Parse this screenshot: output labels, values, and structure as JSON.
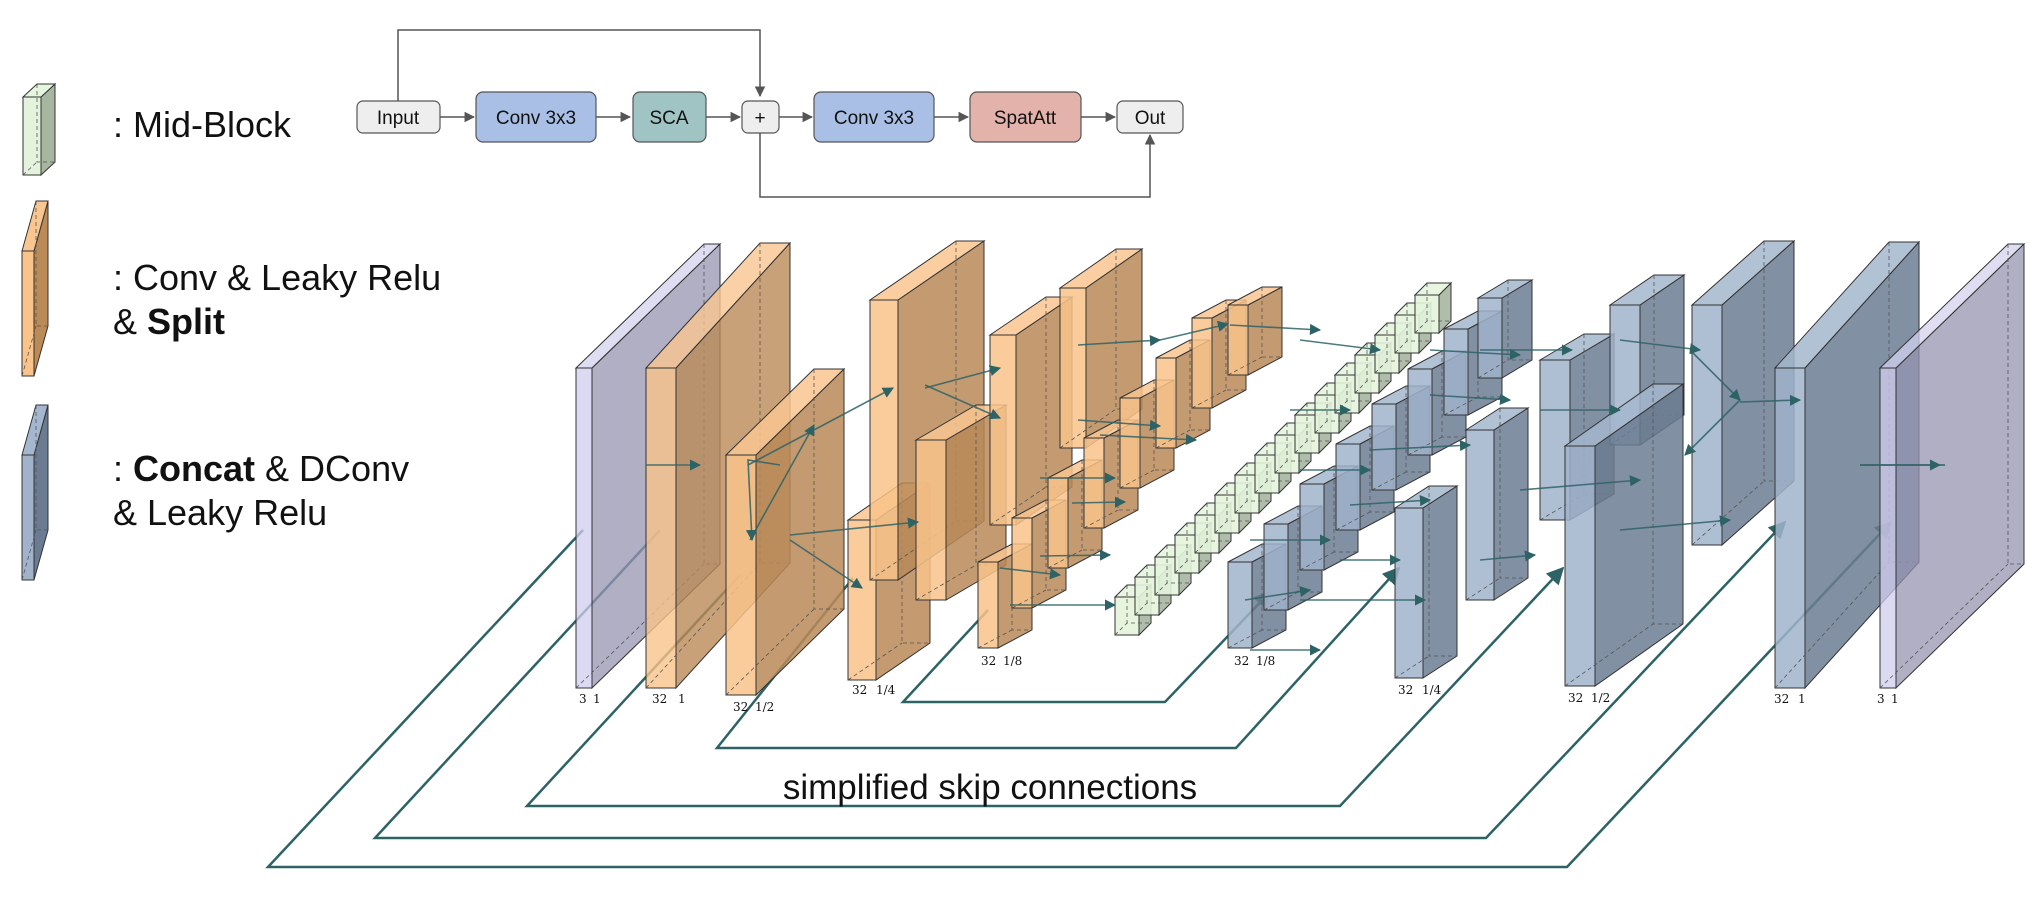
{
  "legend": {
    "mid_block": ": Mid-Block",
    "conv_line1": ": Conv & Leaky Relu",
    "conv_line2_prefix": "& ",
    "conv_line2_bold": "Split",
    "concat_line1_prefix": ": ",
    "concat_line1_bold": "Concat",
    "concat_line1_suffix": " & DConv",
    "concat_line2": "& Leaky Relu"
  },
  "flow": {
    "input": "Input",
    "conv1": "Conv 3x3",
    "sca": "SCA",
    "plus": "+",
    "conv2": "Conv 3x3",
    "spatatt": "SpatAtt",
    "out": "Out"
  },
  "dims": {
    "in_ch": "3",
    "in_scale": "1",
    "e1_ch": "32",
    "e1_scale": "1",
    "e2_ch": "32",
    "e2_scale": "1/2",
    "e3_ch": "32",
    "e3_scale": "1/4",
    "e4_ch": "32",
    "e4_scale": "1/8",
    "d4_ch": "32",
    "d4_scale": "1/8",
    "d3_ch": "32",
    "d3_scale": "1/4",
    "d2_ch": "32",
    "d2_scale": "1/2",
    "d1_ch": "32",
    "d1_scale": "1",
    "out_ch": "3",
    "out_scale": "1"
  },
  "skip_caption": "simplified skip connections",
  "colors": {
    "mid_block": "#dff2d6",
    "conv": "#f8b874",
    "concat": "#8fa5c2",
    "io": "#c8c5ea",
    "arrow": "#2e6366",
    "flow_conv": "#a9bfe6",
    "flow_sca": "#9fc4c3",
    "flow_spatatt": "#e2b2ab",
    "flow_io": "#eeeeee"
  }
}
